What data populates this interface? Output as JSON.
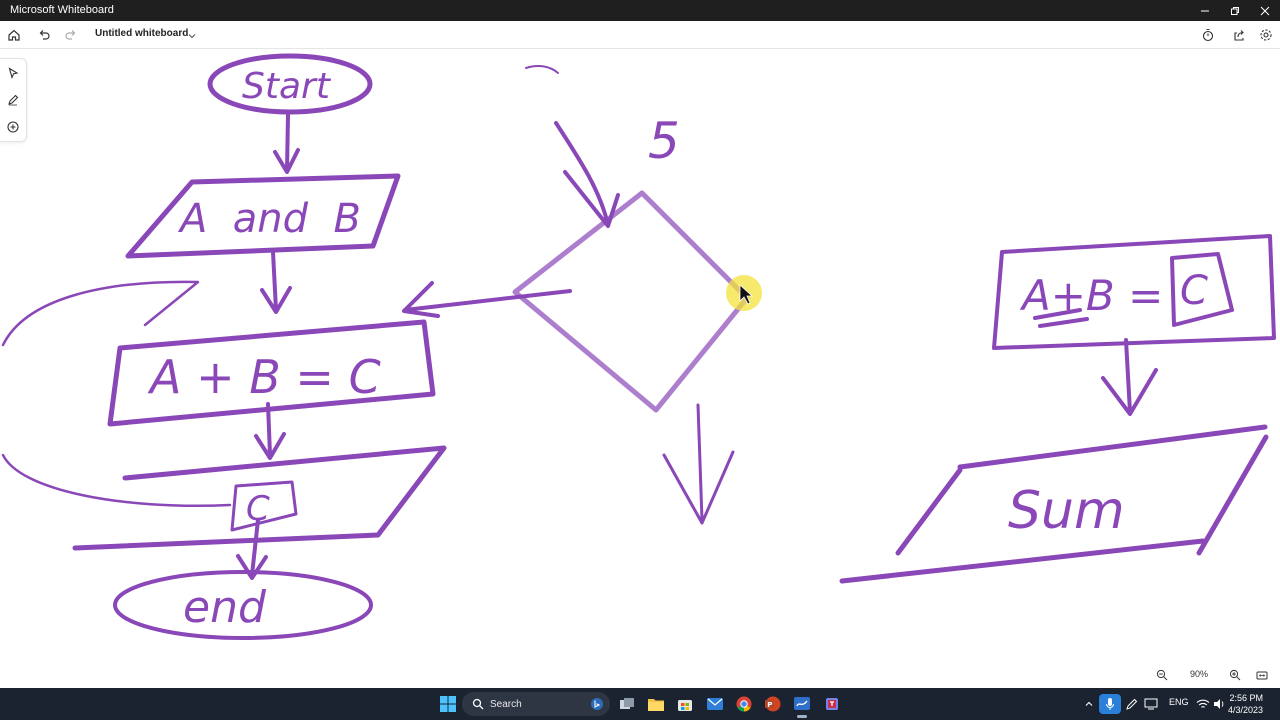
{
  "window": {
    "title": "Microsoft Whiteboard"
  },
  "toolbar": {
    "doc_title": "Untitled whiteboard"
  },
  "canvas": {
    "ink_color": "#8a47b8",
    "labels": {
      "start": "Start",
      "input": "A  and  B",
      "process": "A + B = C",
      "output": "C",
      "end": "end",
      "number": "5",
      "right_process": "A+B =",
      "right_box": "C",
      "sum": "Sum"
    }
  },
  "zoom": {
    "level": "90%"
  },
  "taskbar": {
    "search_label": "Search",
    "language": "ENG",
    "time": "2:56 PM",
    "date": "4/3/2023",
    "background": "#1c2330"
  }
}
